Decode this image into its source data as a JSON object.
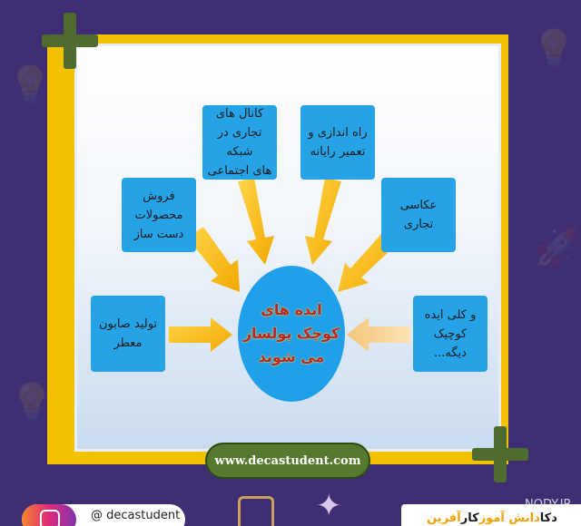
{
  "center_label": "ایده های\nکوچک پولساز\nمی شوند",
  "ideas": [
    {
      "id": "soap",
      "label": "تولید صابون\nمعطر"
    },
    {
      "id": "handmade",
      "label": "فروش\nمحصولات\nدست ساز"
    },
    {
      "id": "social",
      "label": "کانال های\nتجاری در شبکه\nهای اجتماعی"
    },
    {
      "id": "computer",
      "label": "راه اندازی و\nتعمیر رایانه"
    },
    {
      "id": "photo",
      "label": "عکاسی تجاری"
    },
    {
      "id": "other",
      "label": "و کلی ایده\nکوچیک دیگه..."
    }
  ],
  "website": "www.decastudent.com",
  "instagram_handle": "@ decastudent",
  "brand": {
    "part1": "دکا",
    "part2": "دانش آموز",
    "part3": "کار",
    "part4": "آفرین"
  },
  "watermark": "NODY.IR",
  "colors": {
    "box": "#26a3e6",
    "arrow": "#f6b400",
    "frame": "#f2c200",
    "background": "#3f2f72",
    "accent_green": "#4f6b2f"
  }
}
